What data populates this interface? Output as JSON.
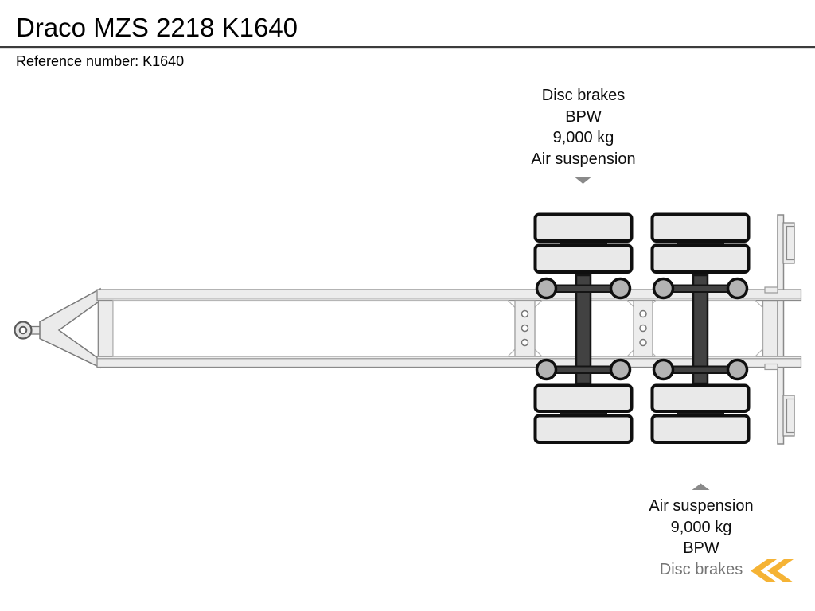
{
  "header": {
    "title": "Draco MZS 2218 K1640",
    "reference_label": "Reference number: K1640"
  },
  "annotations": {
    "front_axle": {
      "lines": [
        "Disc brakes",
        "BPW",
        "9,000 kg",
        "Air suspension"
      ],
      "pointer_icon": "triangle-down",
      "pointer_color": "#8a8a8a"
    },
    "rear_axle": {
      "pointer_icon": "triangle-up",
      "pointer_color": "#8a8a8a",
      "lines": [
        "Air suspension",
        "9,000 kg",
        "BPW",
        "Disc brakes"
      ]
    }
  },
  "logo": {
    "icon": "double-chevron-left-icon",
    "color": "#F5B335"
  }
}
